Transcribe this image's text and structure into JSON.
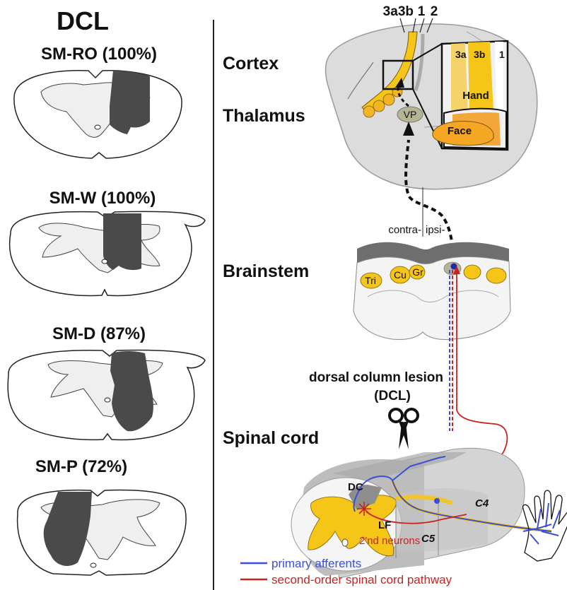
{
  "left_panel": {
    "title": "DCL",
    "cases": [
      {
        "label": "SM-RO (100%)"
      },
      {
        "label": "SM-W (100%)"
      },
      {
        "label": "SM-D (87%)"
      },
      {
        "label": "SM-P (72%)"
      }
    ]
  },
  "right_panel": {
    "levels": {
      "cortex": "Cortex",
      "thalamus": "Thalamus",
      "brainstem": "Brainstem",
      "spinal_cord": "Spinal cord"
    },
    "cortex_areas": {
      "a3a": "3a",
      "a3b": "3b",
      "a1": "1",
      "a2": "2"
    },
    "inset": {
      "a3a": "3a",
      "a3b": "3b",
      "a1": "1",
      "hand": "Hand",
      "face": "Face"
    },
    "thalamus_nucleus": "VP",
    "side_labels": {
      "contra": "contra-",
      "ipsi": "ipsi-"
    },
    "brainstem_nuclei": {
      "tri": "Tri",
      "cu": "Cu",
      "gr": "Gr"
    },
    "lesion_label_1": "dorsal column lesion",
    "lesion_label_2": "(DCL)",
    "cord_labels": {
      "dc": "DC",
      "lf": "LF",
      "neurons": "2'nd neurons",
      "c5": "C5",
      "c4": "C4"
    },
    "legend": [
      {
        "label": "primary afferents",
        "color": "#3b4fd6"
      },
      {
        "label": "second-order spinal cord pathway",
        "color": "#c8231f"
      }
    ]
  },
  "colors": {
    "lesion": "#4a4a4a",
    "gray_matter": "#efefef",
    "nucleus": "#f5c518",
    "cortex": "#dcdcdc",
    "afferent": "#3b4fd6",
    "second_order": "#c8231f"
  }
}
